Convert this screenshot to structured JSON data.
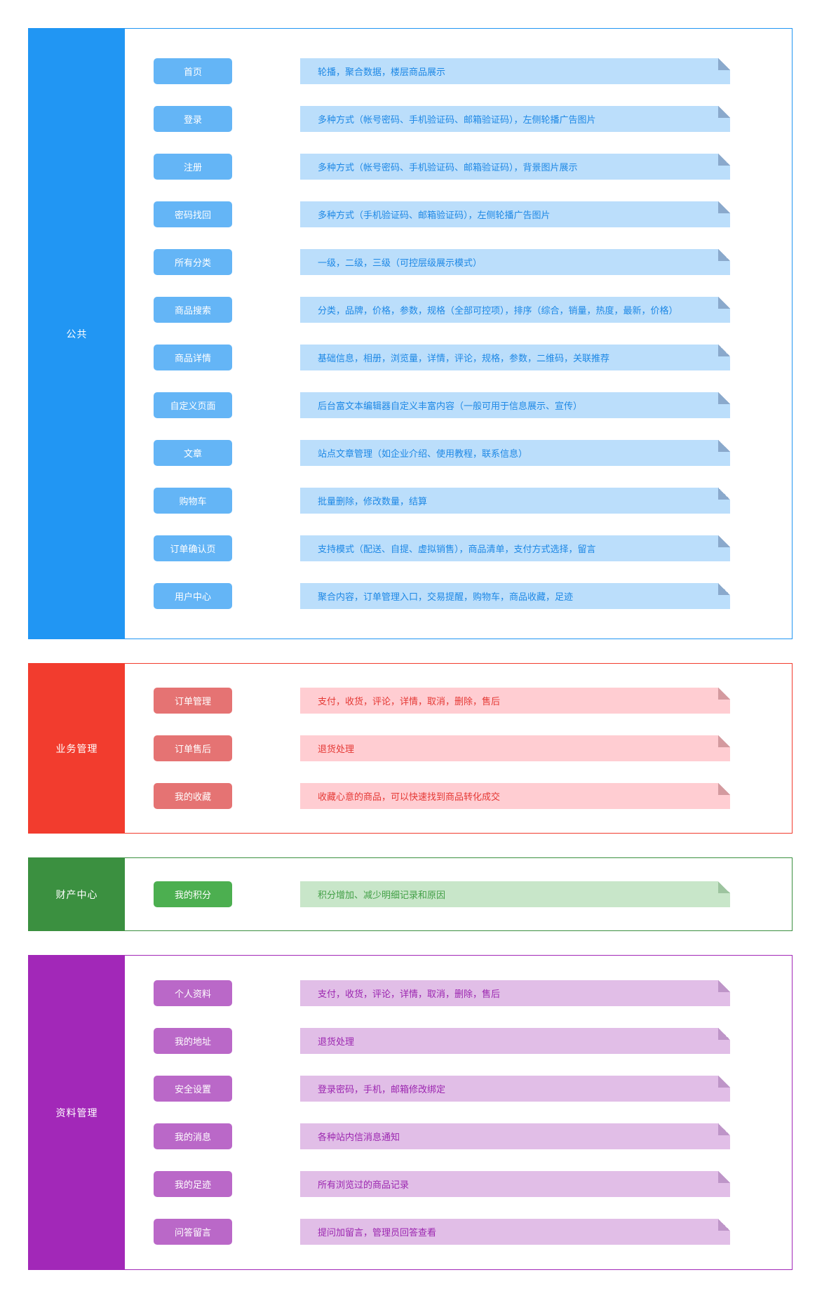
{
  "sections": [
    {
      "id": "public",
      "label": "公共",
      "theme": {
        "sidebar": "#2196F3",
        "border": "#2196F3",
        "button": "#64B5F6",
        "note_bg": "#BBDEFB",
        "note_text": "#1E88E5",
        "fold": "#8AA9CC"
      },
      "rows": [
        {
          "label": "首页",
          "desc": "轮播，聚合数据，楼层商品展示"
        },
        {
          "label": "登录",
          "desc": "多种方式（帐号密码、手机验证码、邮箱验证码），左侧轮播广告图片"
        },
        {
          "label": "注册",
          "desc": "多种方式（帐号密码、手机验证码、邮箱验证码），背景图片展示"
        },
        {
          "label": "密码找回",
          "desc": "多种方式（手机验证码、邮箱验证码），左侧轮播广告图片"
        },
        {
          "label": "所有分类",
          "desc": "一级，二级，三级（可控层级展示模式）"
        },
        {
          "label": "商品搜索",
          "desc": "分类，品牌，价格，参数，规格（全部可控项），排序（综合，销量，热度，最新，价格）"
        },
        {
          "label": "商品详情",
          "desc": "基础信息，相册，浏览量，详情，评论，规格，参数，二维码，关联推荐"
        },
        {
          "label": "自定义页面",
          "desc": "后台富文本编辑器自定义丰富内容（一般可用于信息展示、宣传）"
        },
        {
          "label": "文章",
          "desc": "站点文章管理（如企业介绍、使用教程，联系信息）"
        },
        {
          "label": "购物车",
          "desc": "批量删除，修改数量，结算"
        },
        {
          "label": "订单确认页",
          "desc": "支持模式（配送、自提、虚拟销售），商品清单，支付方式选择，留言"
        },
        {
          "label": "用户中心",
          "desc": "聚合内容，订单管理入口，交易提醒，购物车，商品收藏，足迹"
        }
      ]
    },
    {
      "id": "business",
      "label": "业务管理",
      "theme": {
        "sidebar": "#F23C2E",
        "border": "#F23C2E",
        "button": "#E57373",
        "note_bg": "#FFCDD2",
        "note_text": "#E53935",
        "fold": "#D49A9F"
      },
      "rows": [
        {
          "label": "订单管理",
          "desc": "支付，收货，评论，详情，取消，删除，售后"
        },
        {
          "label": "订单售后",
          "desc": "退货处理"
        },
        {
          "label": "我的收藏",
          "desc": "收藏心意的商品，可以快速找到商品转化成交"
        }
      ]
    },
    {
      "id": "assets",
      "label": "财产中心",
      "theme": {
        "sidebar": "#3B9040",
        "border": "#3B9040",
        "button": "#4CAF50",
        "note_bg": "#C8E6C9",
        "note_text": "#43A047",
        "fold": "#9DC49F"
      },
      "rows": [
        {
          "label": "我的积分",
          "desc": "积分增加、减少明细记录和原因"
        }
      ]
    },
    {
      "id": "profile",
      "label": "资料管理",
      "theme": {
        "sidebar": "#A228B8",
        "border": "#A228B8",
        "button": "#BA68C8",
        "note_bg": "#E1BEE7",
        "note_text": "#9C27B0",
        "fold": "#BE95C8"
      },
      "rows": [
        {
          "label": "个人资料",
          "desc": "支付，收货，评论，详情，取消，删除，售后"
        },
        {
          "label": "我的地址",
          "desc": "退货处理"
        },
        {
          "label": "安全设置",
          "desc": "登录密码，手机，邮箱修改绑定"
        },
        {
          "label": "我的消息",
          "desc": "各种站内信消息通知"
        },
        {
          "label": "我的足迹",
          "desc": "所有浏览过的商品记录"
        },
        {
          "label": "问答留言",
          "desc": "提问加留言，管理员回答查看"
        }
      ]
    }
  ]
}
